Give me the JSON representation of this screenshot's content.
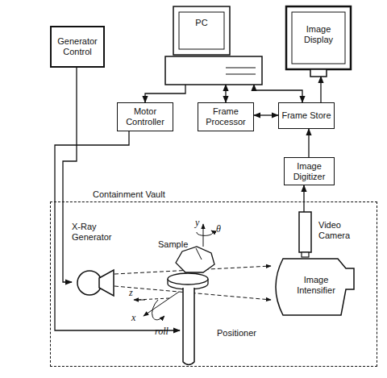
{
  "diagram": {
    "nodes": [
      {
        "text": [
          "Generator Control"
        ]
      },
      {
        "text": [
          "PC"
        ]
      },
      {
        "text": [
          "Image Display"
        ]
      },
      {
        "text": [
          "Motor Controller"
        ]
      },
      {
        "text": [
          "Frame Processor"
        ]
      },
      {
        "text": [
          "Frame Store"
        ]
      },
      {
        "text": [
          "Image Digitizer"
        ]
      },
      {
        "text": [
          "Containment Vault"
        ]
      },
      {
        "text": [
          "X-Ray Generator"
        ],
        "in": 7
      },
      {
        "text": [
          "Video Camera"
        ],
        "in": 7
      },
      {
        "text": [
          "Image Intensifier"
        ],
        "in": 7
      },
      {
        "text": [
          "Positioner"
        ],
        "in": 7
      }
    ],
    "edges": [
      {
        "from": 1,
        "to": 3,
        "arrow": "to"
      },
      {
        "from": 1,
        "to": 4,
        "arrow": "both"
      },
      {
        "from": 1,
        "to": 5,
        "arrow": "both"
      },
      {
        "from": 4,
        "to": 5,
        "arrow": "both"
      },
      {
        "from": 5,
        "to": 2,
        "arrow": "to"
      },
      {
        "from": 6,
        "to": 5,
        "arrow": "to"
      },
      {
        "from": 9,
        "to": 6,
        "arrow": "to"
      },
      {
        "from": 0,
        "to": 8,
        "arrow": "to"
      },
      {
        "from": 3,
        "to": 11,
        "arrow": "to"
      }
    ],
    "labels": [
      "Sample",
      "y",
      "θ",
      "z",
      "x",
      "roll"
    ]
  }
}
